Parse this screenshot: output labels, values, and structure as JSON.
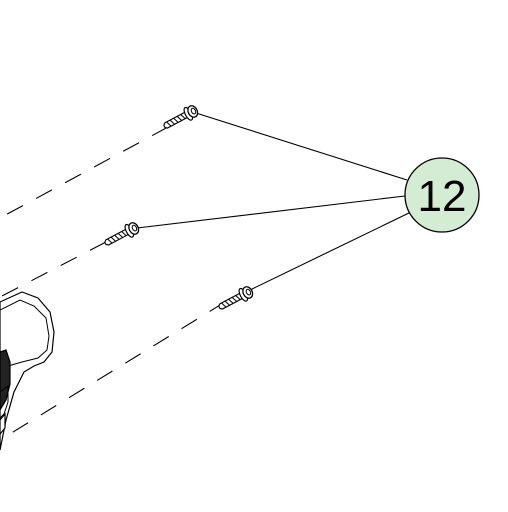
{
  "callout": {
    "label": "12",
    "fill_color": "#d4ebd4",
    "stroke_color": "#000000"
  },
  "parts": [
    {
      "kind": "screw"
    },
    {
      "kind": "screw"
    },
    {
      "kind": "screw"
    }
  ],
  "assembly": {
    "kind": "housing-fragment"
  }
}
